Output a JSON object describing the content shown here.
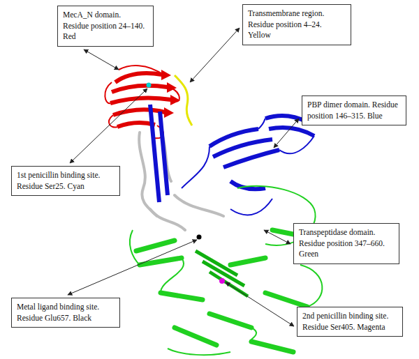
{
  "diagram": {
    "nodes": [
      {
        "text": [
          "MecA_N domain. Residue position 24–140. Red"
        ]
      },
      {
        "text": [
          "Transmembrane region. Residue position 4–24. Yellow"
        ]
      },
      {
        "text": [
          "PBP dimer domain. Residue position 146–315. Blue"
        ]
      },
      {
        "text": [
          "1st penicillin binding site. Residue Ser25. Cyan"
        ]
      },
      {
        "text": [
          "Transpeptidase domain. Residue position 347–660. Green"
        ]
      },
      {
        "text": [
          "Metal ligand binding site. Residue Glu657. Black"
        ]
      },
      {
        "text": [
          "2nd penicillin binding site. Residue Ser405. Magenta"
        ]
      }
    ]
  }
}
